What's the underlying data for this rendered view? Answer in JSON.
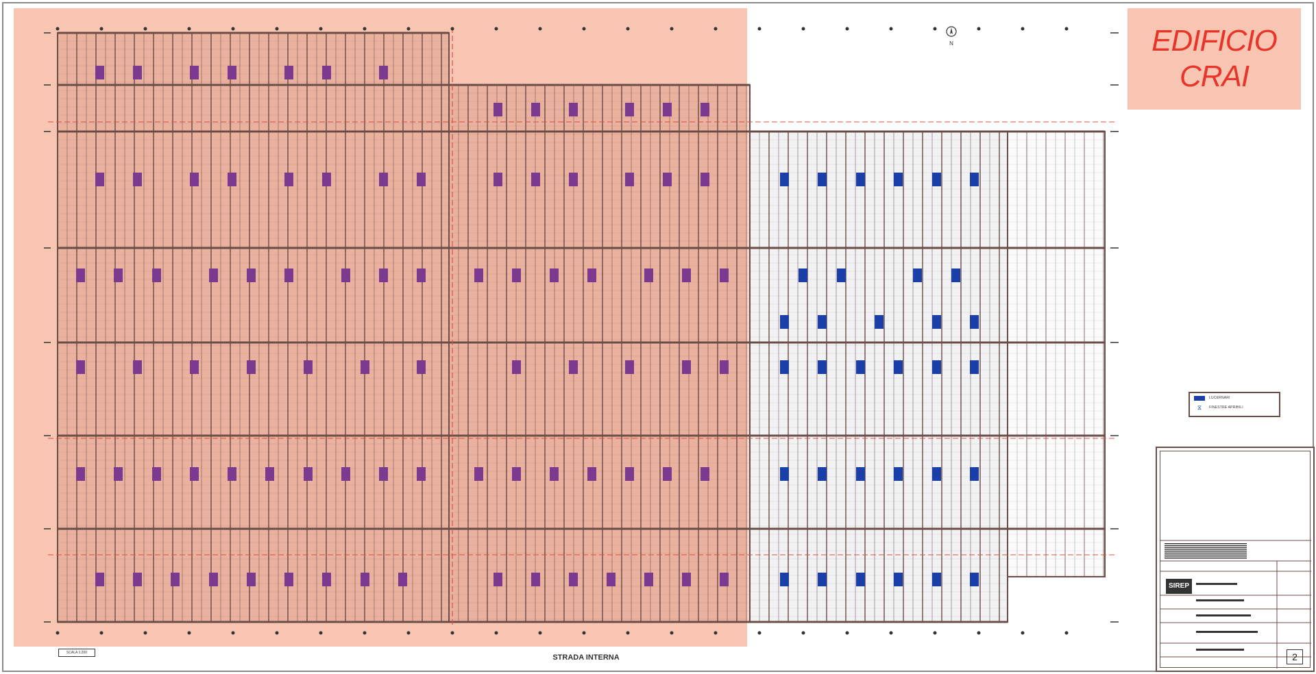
{
  "title": {
    "line1": "EDIFICIO",
    "line2": "CRAI"
  },
  "legend": [
    {
      "icon": "panel-swatch",
      "text": "LUCERNARI"
    },
    {
      "icon": "vent-symbol",
      "text": "FINESTRE APRIBILI"
    }
  ],
  "street_label": "STRADA INTERNA",
  "scale_note": "SCALA 1:200",
  "title_block": {
    "logo": "SIREP",
    "sheet_number": "2"
  },
  "north_label": "N",
  "colors": {
    "highlight": "#f8c5b2",
    "title_text": "#e8352a",
    "skylight_purple": "#7b3a8f",
    "skylight_blue": "#1a3fa8",
    "structure": "#6b4d47"
  }
}
